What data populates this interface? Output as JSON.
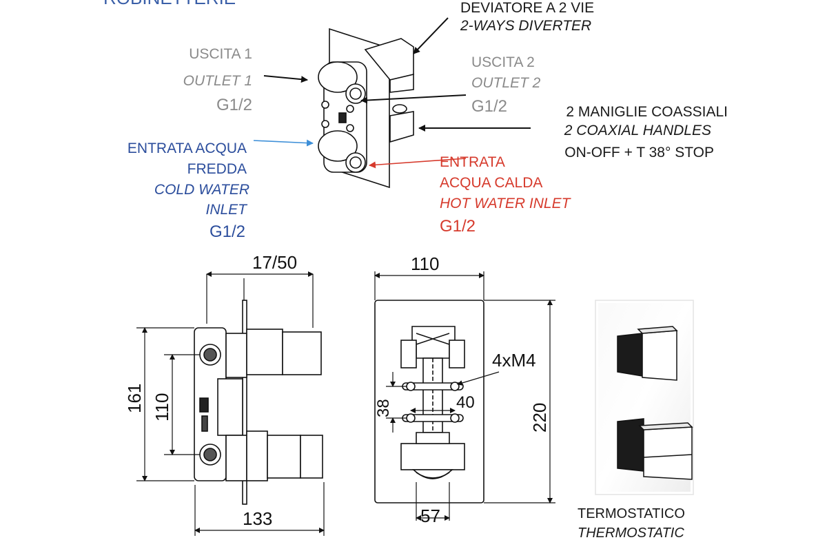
{
  "header_fragment": "ROBINETTERIE",
  "callouts": {
    "diverter": {
      "it": "DEVIATORE A 2 VIE",
      "en": "2-WAYS DIVERTER"
    },
    "outlet1": {
      "it": "USCITA 1",
      "en": "OUTLET 1",
      "thread": "G1/2"
    },
    "outlet2": {
      "it": "USCITA 2",
      "en": "OUTLET 2",
      "thread": "G1/2"
    },
    "handles": {
      "it": "2 MANIGLIE COASSIALI",
      "en": "2 COAXIAL HANDLES",
      "note": "ON-OFF + T 38° STOP"
    },
    "cold": {
      "it1": "ENTRATA ACQUA",
      "it2": "FREDDA",
      "en1": "COLD WATER",
      "en2": "INLET",
      "thread": "G1/2"
    },
    "hot": {
      "it1": "ENTRATA",
      "it2": "ACQUA CALDA",
      "en": "HOT WATER INLET",
      "thread": "G1/2"
    }
  },
  "dimensions": {
    "side_projection": "17/50",
    "side_height": "161",
    "side_inlet_spacing": "110",
    "side_depth": "133",
    "plate_width": "110",
    "plate_height": "220",
    "screws": "4xM4",
    "screw_h_spacing": "40",
    "screw_v_spacing": "38",
    "body_width": "57"
  },
  "finished_view": {
    "it": "TERMOSTATICO",
    "en": "THERMOSTATIC"
  },
  "colors": {
    "gray": "#8a8a8a",
    "black": "#1a1a1a",
    "blue": "#2b4d9c",
    "red": "#d63a2c",
    "blue_arrow": "#3d8fd8",
    "red_arrow": "#d63a2c"
  }
}
